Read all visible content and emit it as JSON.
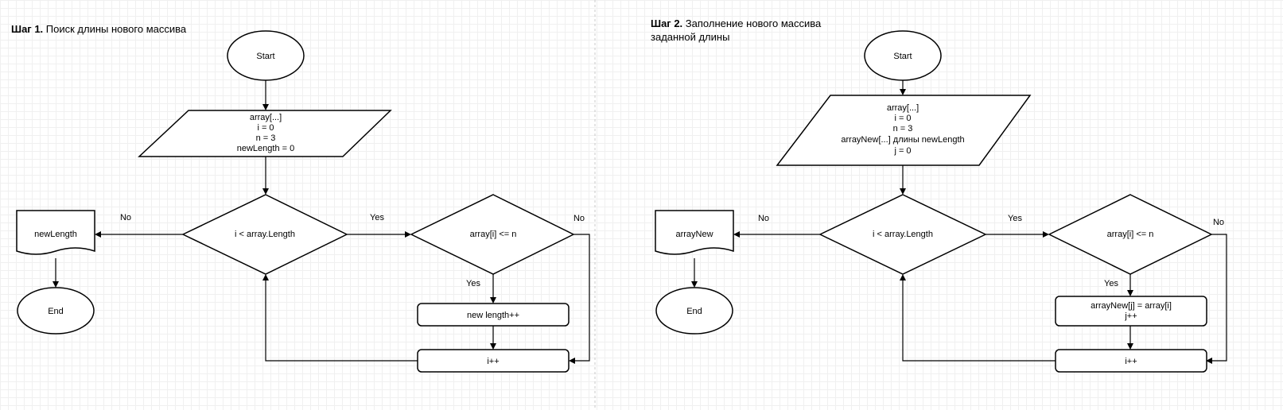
{
  "step1": {
    "heading_bold": "Шаг 1.",
    "heading_text": "Поиск длины нового массива",
    "start": "Start",
    "input_lines": [
      "array[...]",
      "i = 0",
      "n = 3",
      "newLength = 0"
    ],
    "loop_cond": "i < array.Length",
    "check_cond": "array[i] <= n",
    "action": [
      "new length++"
    ],
    "increment": "i++",
    "output": "newLength",
    "end": "End",
    "label_no_left": "No",
    "label_yes_right": "Yes",
    "label_no_right": "No",
    "label_yes_down": "Yes"
  },
  "step2": {
    "heading_bold": "Шаг 2.",
    "heading_text": "Заполнение нового массива\nзаданной длины",
    "start": "Start",
    "input_lines": [
      "array[...]",
      "i = 0",
      "n = 3",
      "arrayNew[...] длины newLength",
      "j = 0"
    ],
    "loop_cond": "i < array.Length",
    "check_cond": "array[i] <= n",
    "action": [
      "arrayNew[j] = array[i]",
      "j++"
    ],
    "increment": "i++",
    "output": "arrayNew",
    "end": "End",
    "label_no_left": "No",
    "label_yes_right": "Yes",
    "label_no_right": "No",
    "label_yes_down": "Yes"
  }
}
